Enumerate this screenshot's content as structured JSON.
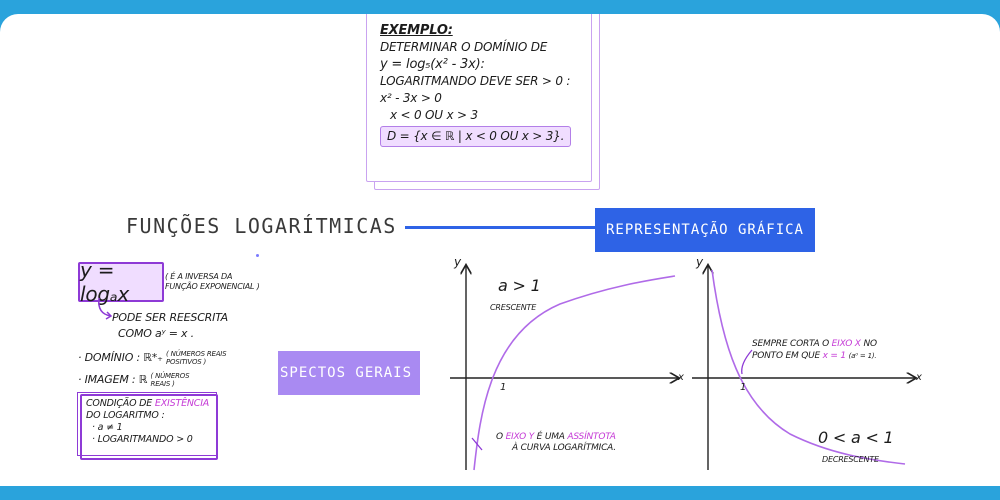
{
  "example": {
    "title": "EXEMPLO:",
    "line1": "DETERMINAR O DOMÍNIO DE",
    "line2": "y = log₅(x² - 3x):",
    "line3": "LOGARITMANDO DEVE SER > 0 :",
    "line4": "x² - 3x > 0",
    "line5": "x < 0 OU x > 3",
    "result": "D = {x ∈ ℝ | x < 0 OU x > 3}."
  },
  "title": "FUNÇÕES LOGARÍTMICAS",
  "representation_label": "REPRESENTAÇÃO GRÁFICA",
  "aspects_label": "SPECTOS GERAIS",
  "notes": {
    "formula": "y = logₐx",
    "formula_note_1": "( É A INVERSA DA",
    "formula_note_2": "FUNÇÃO EXPONENCIAL )",
    "rewrite_1": "PODE SER REESCRITA",
    "rewrite_2": "COMO aʸ = x .",
    "domain_label": "· DOMÍNIO : ℝ*₊",
    "domain_note_1": "( NÚMEROS REAIS",
    "domain_note_2": "POSITIVOS )",
    "image_label": "· IMAGEM : ℝ",
    "image_note_1": "( NÚMEROS",
    "image_note_2": "REAIS )",
    "condition_1": "CONDIÇÃO DE",
    "condition_highlight": "EXISTÊNCIA",
    "condition_2": "DO LOGARITMO :",
    "condition_3": "· a ≠ 1",
    "condition_4": "· LOGARITMANDO > 0"
  },
  "graph_left": {
    "y_label": "y",
    "x_label": "x",
    "one_label": "1",
    "case": "a > 1",
    "case_desc": "CRESCENTE",
    "note_a": "O",
    "note_hl1": "EIXO Y",
    "note_b": "É UMA",
    "note_hl2": "ASSÍNTOTA",
    "note_c": "À CURVA LOGARÍTMICA."
  },
  "graph_right": {
    "y_label": "y",
    "x_label": "x",
    "one_label": "1",
    "note_a": "SEMPRE CORTA O",
    "note_hl1": "EIXO X",
    "note_b": "NO",
    "note_c": "PONTO EM QUE",
    "note_hl2": "x = 1",
    "note_d": "(a⁰ = 1).",
    "case": "0 < a < 1",
    "case_desc": "DECRESCENTE"
  },
  "colors": {
    "background": "#2aa3dc",
    "accent_blue": "#2e63e6",
    "accent_purple": "#a98af2",
    "highlight_purple": "#c53ad6"
  }
}
